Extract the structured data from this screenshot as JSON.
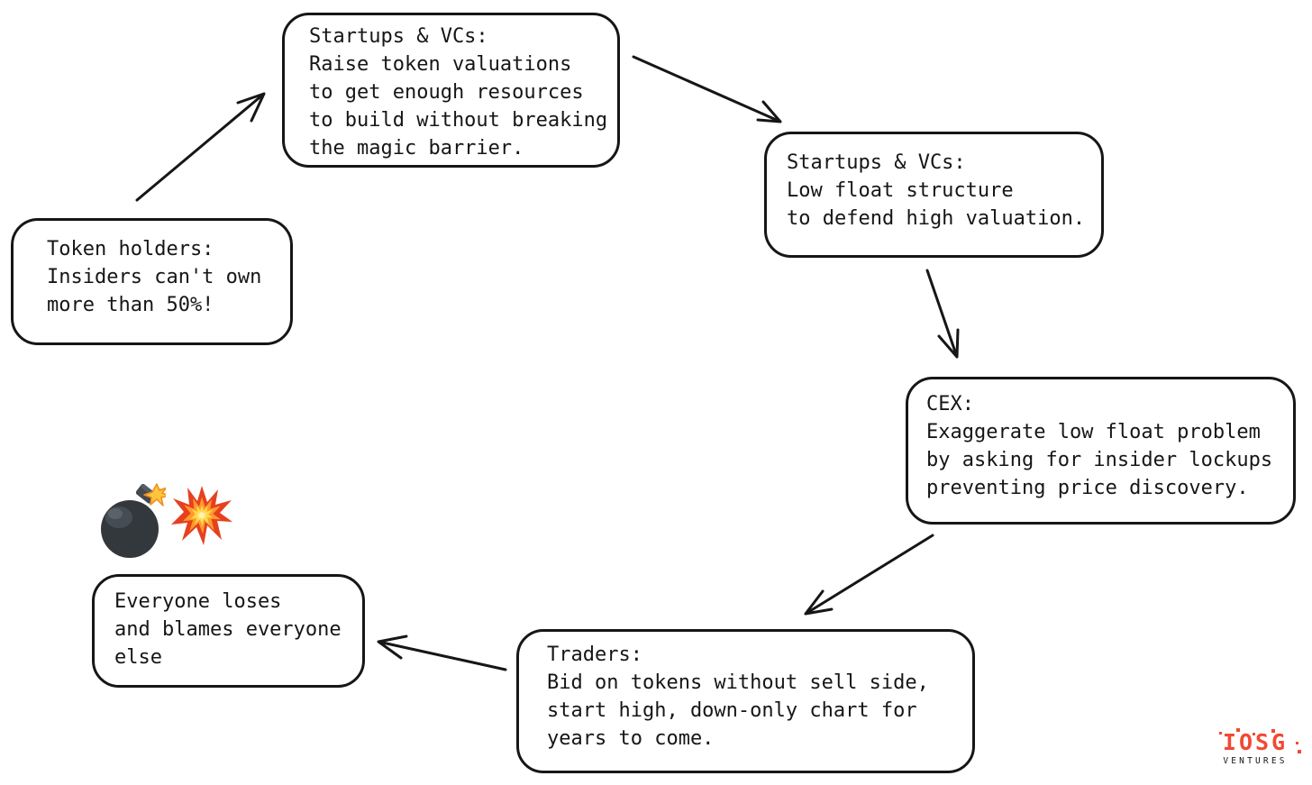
{
  "diagram": {
    "nodes": {
      "startups_raise": {
        "label": "Startups & VCs:\nRaise token valuations\nto get enough resources\nto build without breaking\nthe magic barrier."
      },
      "startups_float": {
        "label": "Startups & VCs:\nLow float structure\nto defend high valuation."
      },
      "cex": {
        "label": "CEX:\nExaggerate low float problem\nby asking for insider lockups\npreventing price discovery."
      },
      "traders": {
        "label": "Traders:\nBid on tokens without sell side,\nstart high, down-only chart for\nyears to come."
      },
      "everyone_loses": {
        "label": "Everyone loses\nand blames everyone\nelse"
      },
      "token_holders": {
        "label": "Token holders:\nInsiders can't own\nmore than 50%!"
      }
    },
    "edges": [
      {
        "from": "token_holders",
        "to": "startups_raise"
      },
      {
        "from": "startups_raise",
        "to": "startups_float"
      },
      {
        "from": "startups_float",
        "to": "cex"
      },
      {
        "from": "cex",
        "to": "traders"
      },
      {
        "from": "traders",
        "to": "everyone_loses"
      }
    ],
    "icons": {
      "bomb": "💣",
      "explosion": "💥"
    }
  },
  "branding": {
    "logo_text": "IOSG",
    "logo_subtext": "VENTURES",
    "logo_color": "#f04a33"
  },
  "colors": {
    "background": "#ffffff",
    "ink": "#161616"
  }
}
